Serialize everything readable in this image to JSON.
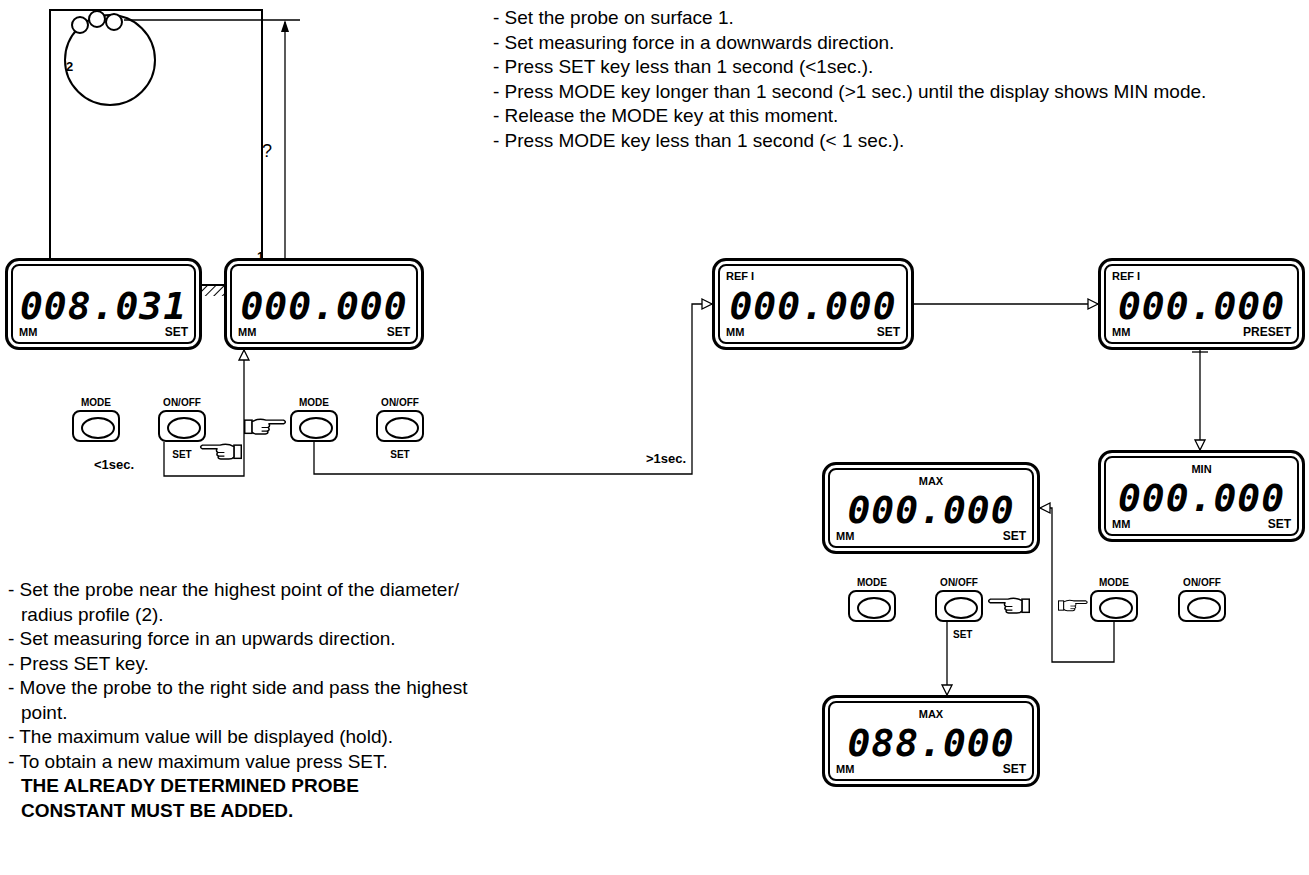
{
  "diagram": {
    "nodes": [
      {
        "text": [
          "008.031",
          "MM",
          "SET"
        ]
      },
      {
        "text": [
          "MODE"
        ]
      },
      {
        "text": [
          "ON/OFF",
          "SET"
        ]
      },
      {
        "text": [
          "000.000",
          "MM",
          "SET"
        ]
      },
      {
        "text": [
          "MODE"
        ]
      },
      {
        "text": [
          "ON/OFF",
          "SET"
        ]
      },
      {
        "text": [
          "REF I",
          "000.000",
          "MM",
          "SET"
        ]
      },
      {
        "text": [
          "REF I",
          "000.000",
          "MM",
          "PRESET"
        ]
      },
      {
        "text": [
          "MAX",
          "000.000",
          "MM",
          "SET"
        ]
      },
      {
        "text": [
          "MIN",
          "000.000",
          "MM",
          "SET"
        ]
      },
      {
        "text": [
          "MODE"
        ]
      },
      {
        "text": [
          "ON/OFF",
          "SET"
        ]
      },
      {
        "text": [
          "MODE"
        ]
      },
      {
        "text": [
          "ON/OFF"
        ]
      },
      {
        "text": [
          "MAX",
          "088.000",
          "MM",
          "SET"
        ]
      }
    ],
    "edges": [
      {
        "from": 2,
        "to": 3,
        "label": "<1sec.",
        "arrow": "to"
      },
      {
        "from": 4,
        "to": 6,
        "label": ">1sec.",
        "arrow": "to"
      },
      {
        "from": 6,
        "to": 7,
        "arrow": "to"
      },
      {
        "from": 7,
        "to": 9,
        "arrow": "to"
      },
      {
        "from": 12,
        "to": 8,
        "arrow": "to"
      },
      {
        "from": 11,
        "to": 14,
        "arrow": "to"
      }
    ],
    "labels": [
      "2",
      "1",
      "?",
      "- Set the probe on surface 1.",
      "- Set measuring force in a downwards direction.",
      "- Press SET key less than 1 second (<1sec.).",
      "- Press MODE key longer than 1 second (>1 sec.) until the display shows MIN mode.",
      "- Release the MODE key at this moment.",
      "- Press MODE key less than 1 second (< 1 sec.).",
      "- Set the probe near the highest point of the diameter/ radius profile (2).",
      "- Set measuring force in an upwards direction.",
      "- Press SET key.",
      "- Move the probe to the right side and pass the highest point.",
      "- The maximum value will be displayed (hold).",
      "- To obtain a new maximum value press SET.",
      "THE ALREADY DETERMINED PROBE CONSTANT MUST BE ADDED."
    ]
  }
}
